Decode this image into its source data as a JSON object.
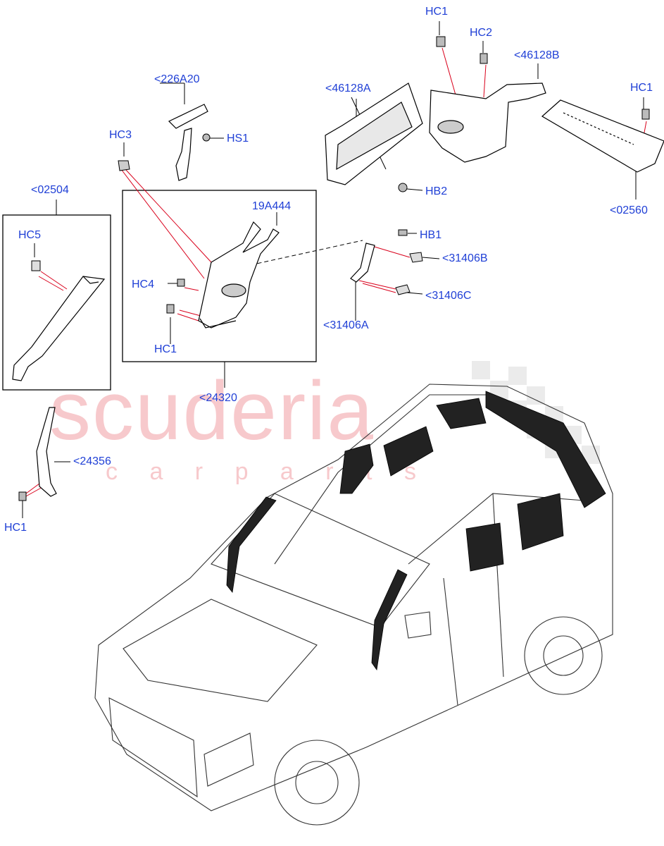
{
  "watermark": {
    "line1": "scuderia",
    "line2": "c a r   p a r t s",
    "color": "#f2b8bd"
  },
  "label_color": "#1f3fd6",
  "leader_color": "#d9001b",
  "labels": {
    "hc1_top": "HC1",
    "hc2": "HC2",
    "p46128b": "<46128B",
    "hc1_right": "HC1",
    "p46128a": "<46128A",
    "p226a20": "<226A20",
    "hs1": "HS1",
    "hc3": "HC3",
    "hb2": "HB2",
    "p02560": "<02560",
    "p02504": "<02504",
    "p19a444": "19A444",
    "hb1": "HB1",
    "hc5": "HC5",
    "p31406b": "<31406B",
    "hc4": "HC4",
    "p31406c": "<31406C",
    "hc1_box": "HC1",
    "p31406a": "<31406A",
    "p24320": "<24320",
    "p24356": "<24356",
    "hc1_left": "HC1"
  }
}
